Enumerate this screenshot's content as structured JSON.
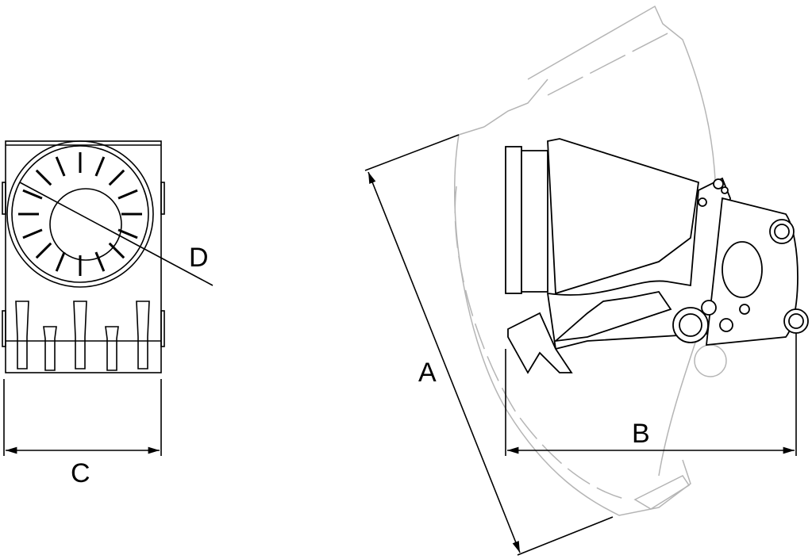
{
  "labels": {
    "A": "A",
    "B": "B",
    "C": "C",
    "D": "D"
  },
  "colors": {
    "line": "#000000",
    "ghost": "#b5b5b5"
  }
}
